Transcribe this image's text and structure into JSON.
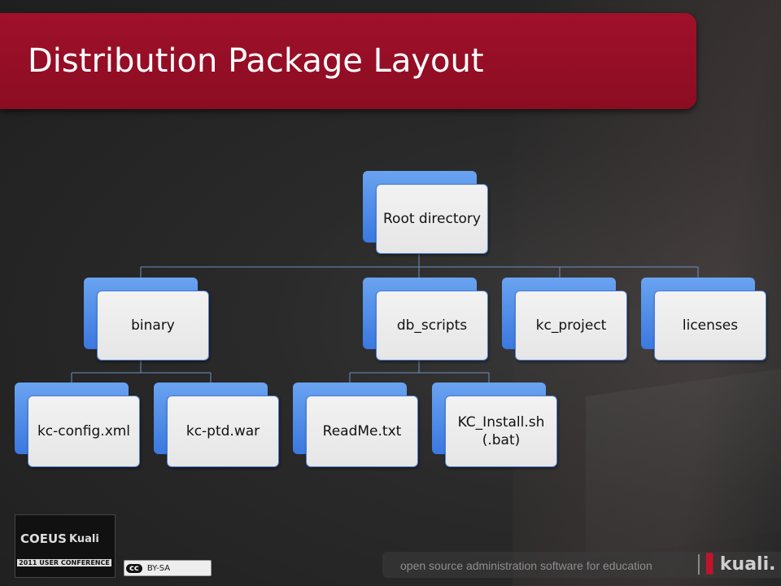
{
  "slide": {
    "title": "Distribution Package Layout"
  },
  "diagram": {
    "root": "Root directory",
    "level1": [
      "binary",
      "db_scripts",
      "kc_project",
      "licenses"
    ],
    "binary_children": [
      "kc-config.xml",
      "kc-ptd.war"
    ],
    "db_scripts_children": [
      "ReadMe.txt",
      "KC_Install.sh (.bat)"
    ]
  },
  "footer": {
    "tagline": "open source administration software for education",
    "kuali_logo": "kuali.",
    "conference_logo": {
      "coeus": "COEUS",
      "kuali": "Kuali",
      "caption": "2011 USER CONFERENCE"
    },
    "license_badge": {
      "cc": "cc",
      "text": "BY-SA"
    }
  },
  "colors": {
    "title_bar": "#9a0f27",
    "node_accent": "#3b78e0",
    "node_face": "#eeeeee"
  }
}
